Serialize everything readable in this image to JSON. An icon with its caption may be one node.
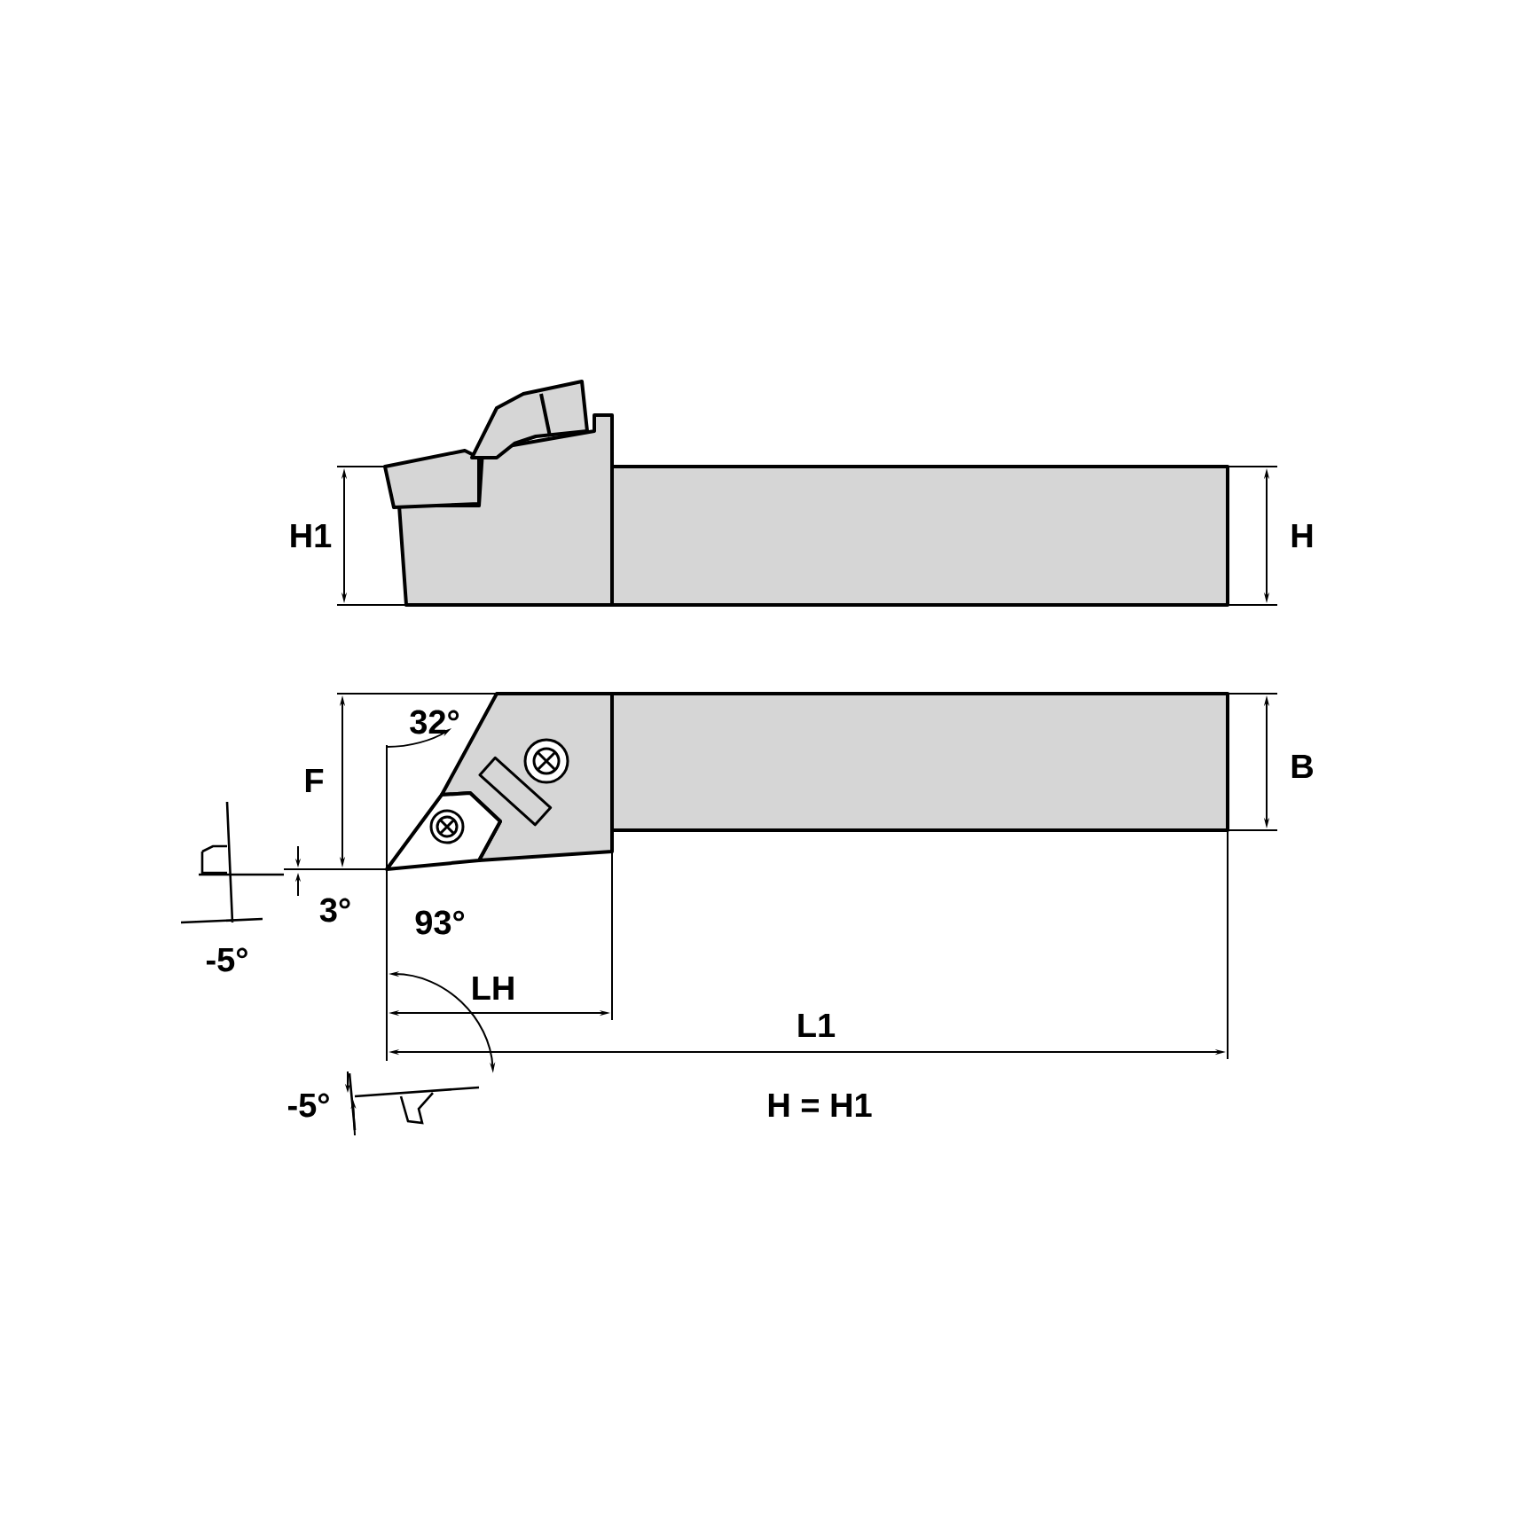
{
  "diagram": {
    "labels": [
      "H1",
      "H",
      "32°",
      "B",
      "F",
      "3°",
      "93°",
      "-5°",
      "LH",
      "L1",
      "-5°",
      "H = H1"
    ]
  }
}
